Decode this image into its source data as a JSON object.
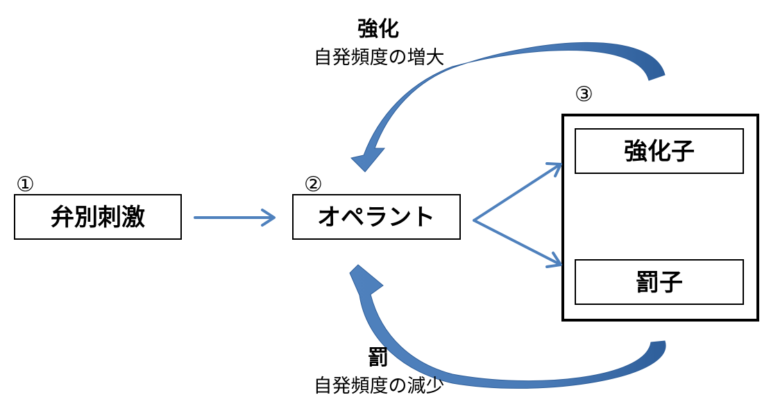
{
  "nodes": {
    "stimulus": {
      "number": "①",
      "label": "弁別刺激"
    },
    "operant": {
      "number": "②",
      "label": "オペラント"
    },
    "consequence": {
      "number": "③"
    },
    "reinforcer": {
      "label": "強化子"
    },
    "punisher": {
      "label": "罰子"
    }
  },
  "feedback": {
    "reinforcement": {
      "title": "強化",
      "subtitle": "自発頻度の増大"
    },
    "punishment": {
      "title": "罰",
      "subtitle": "自発頻度の減少"
    }
  },
  "colors": {
    "arrow": "#4F81BD",
    "arrow_shade": "#2E5E9A",
    "border": "#000000"
  }
}
